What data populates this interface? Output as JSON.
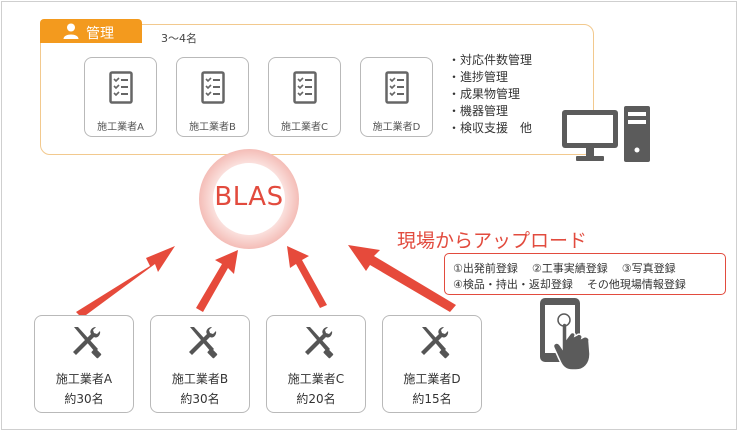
{
  "management": {
    "tab_label": "管理",
    "count": "3〜4名",
    "cards": [
      "施工業者A",
      "施工業者B",
      "施工業者C",
      "施工業者D"
    ],
    "tasks": [
      "対応件数管理",
      "進捗管理",
      "成果物管理",
      "機器管理",
      "検収支援　他"
    ]
  },
  "center": {
    "label": "BLAS"
  },
  "upload": {
    "title": "現場からアップロード",
    "items_line1": [
      "①出発前登録",
      "②工事実績登録",
      "③写真登録"
    ],
    "items_line2": [
      "④検品・持出・返却登録",
      "その他現場情報登録"
    ]
  },
  "workers": [
    {
      "name": "施工業者A",
      "count": "約30名"
    },
    {
      "name": "施工業者B",
      "count": "約30名"
    },
    {
      "name": "施工業者C",
      "count": "約20名"
    },
    {
      "name": "施工業者D",
      "count": "約15名"
    }
  ],
  "colors": {
    "accent_orange": "#f39a1e",
    "accent_red": "#e24b3e",
    "ring_pink": "#f6c9c4"
  },
  "icons": {
    "tab": "user-icon",
    "cards": "checklist-icon",
    "computer": "desktop-computer-icon",
    "device": "tablet-touch-icon",
    "workers": "wrench-screwdriver-icon"
  }
}
